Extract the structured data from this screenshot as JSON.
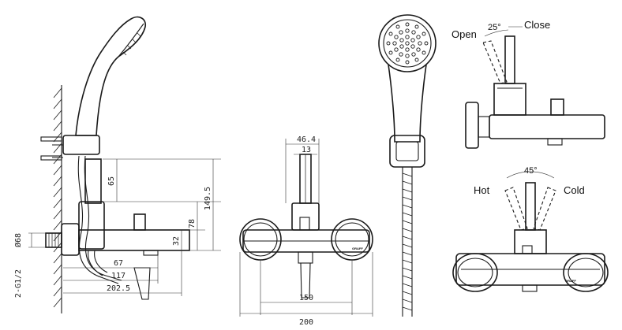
{
  "side_view": {
    "dimensions": {
      "d65": "65",
      "d149_5": "149.5",
      "d78": "78",
      "d32": "32",
      "d67": "67",
      "d117": "117",
      "d202_5": "202.5",
      "dia68": "Ø68",
      "thread": "2-G1/2"
    }
  },
  "front_view": {
    "dimensions": {
      "d46_4": "46.4",
      "d13": "13",
      "d150": "150",
      "d200": "200"
    },
    "brand_text": "GRAFF"
  },
  "lever_top": {
    "open_label": "Open",
    "close_label": "Close",
    "angle": "25°"
  },
  "lever_bottom": {
    "hot_label": "Hot",
    "cold_label": "Cold",
    "angle": "45°",
    "brand_text": "GRAFF"
  }
}
